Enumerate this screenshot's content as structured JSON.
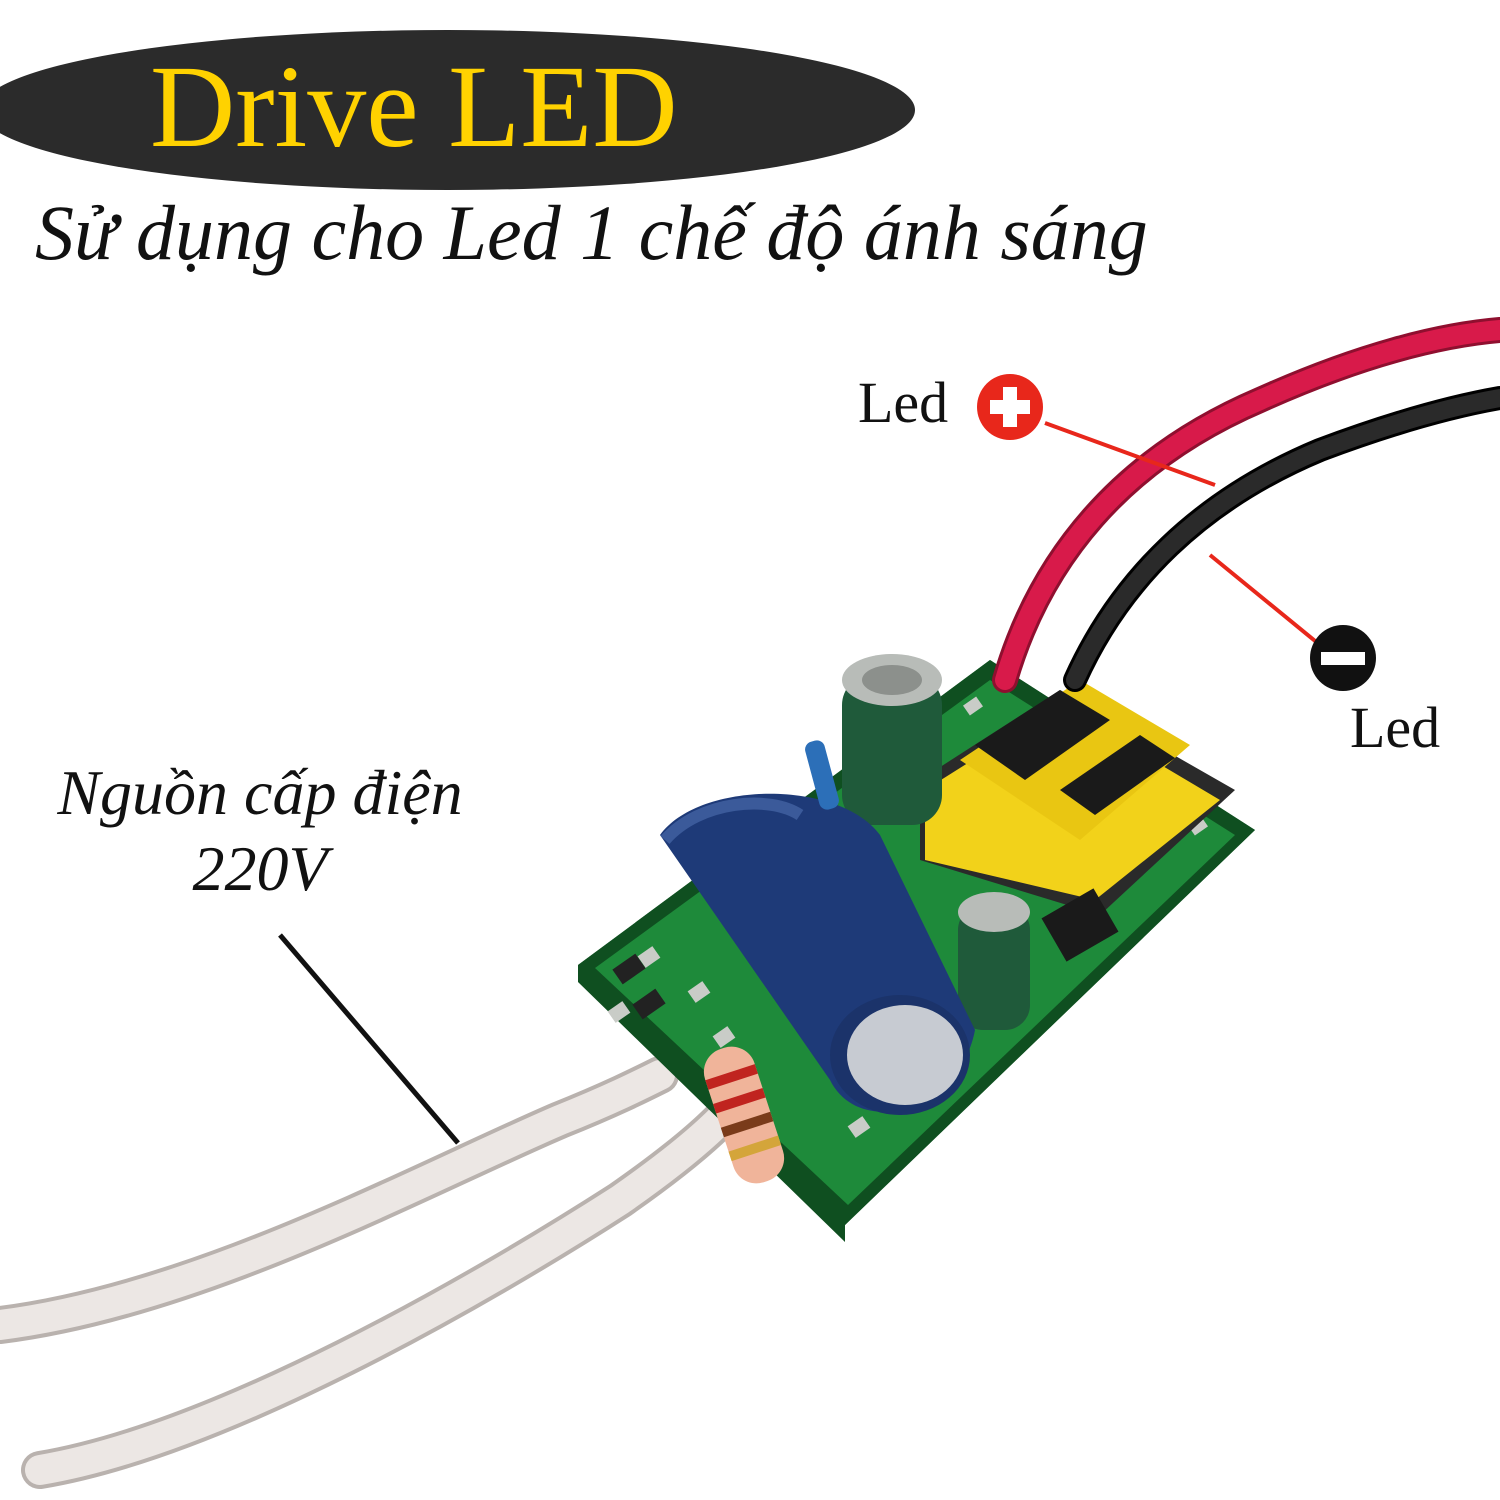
{
  "title": "Drive LED",
  "subtitle": "Sử dụng cho Led 1 chế độ ánh sáng",
  "labels": {
    "led_positive": "Led",
    "led_negative": "Led",
    "power_line1": "Nguồn cấp điện",
    "power_line2": "220V"
  },
  "colors": {
    "title_text": "#ffd200",
    "title_background": "#2b2b2b",
    "positive_marker": "#e8271b",
    "negative_marker": "#111111",
    "pcb": "#1e8a3a",
    "transformer": "#f2d21a",
    "capacitor_large": "#1e3a78",
    "wire_red": "#d81a4a",
    "wire_black": "#1a1a1a",
    "wire_white": "#e8e2df"
  },
  "icons": [
    "plus-icon",
    "minus-icon"
  ]
}
